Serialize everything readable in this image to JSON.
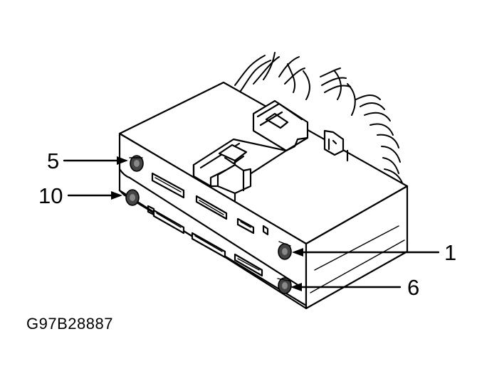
{
  "figure_id": "G97B28887",
  "callouts": {
    "pin_5": "5",
    "pin_10": "10",
    "pin_1": "1",
    "pin_6": "6"
  },
  "colors": {
    "ink": "#000000",
    "fill": "#ffffff",
    "shade": "#d0d0d0"
  }
}
